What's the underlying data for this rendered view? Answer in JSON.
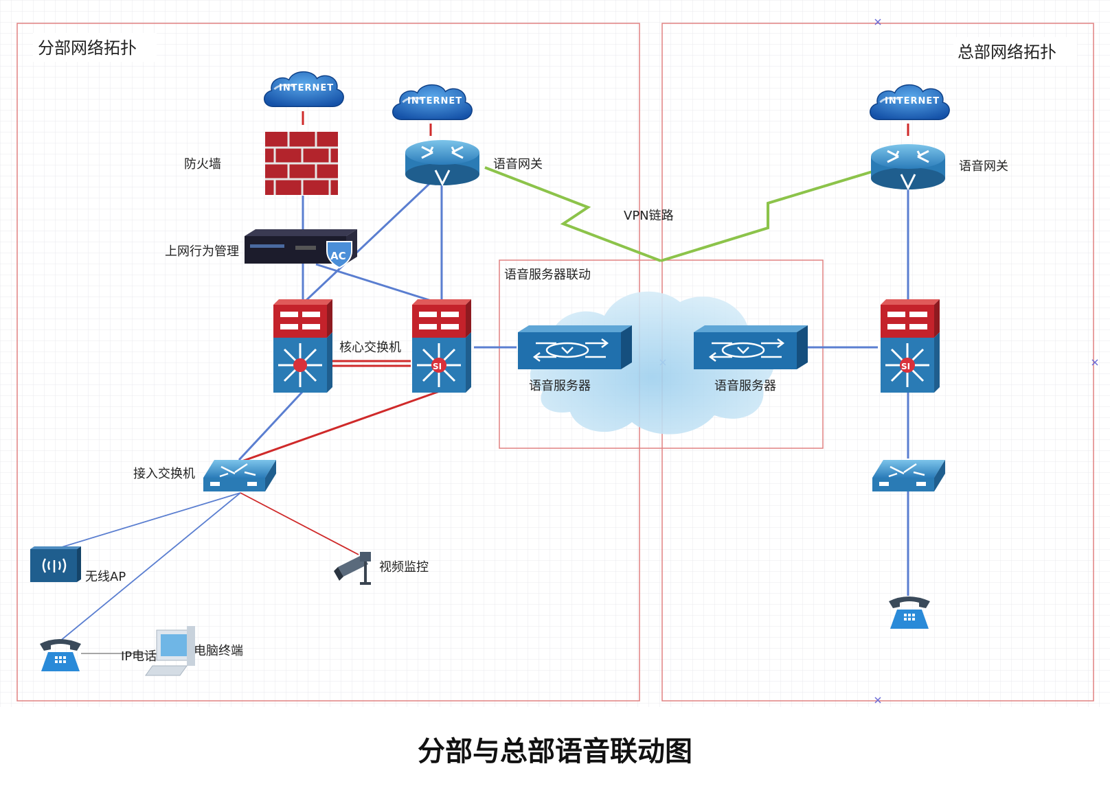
{
  "title": "分部与总部语音联动图",
  "branch": {
    "zone_label": "分部网络拓扑",
    "internet_1": "INTERNET",
    "internet_2": "INTERNET",
    "firewall": "防火墙",
    "behavior_mgmt": "上网行为管理",
    "ac_badge": "AC",
    "voice_gateway": "语音网关",
    "core_switch": "核心交换机",
    "si_badge": "SI",
    "access_switch": "接入交换机",
    "wireless_ap": "无线AP",
    "video_monitor": "视频监控",
    "ip_phone": "IP电话",
    "pc_terminal": "电脑终端"
  },
  "center": {
    "vpn_link": "VPN链路",
    "voice_server_link": "语音服务器联动",
    "voice_server_1": "语音服务器",
    "voice_server_2": "语音服务器"
  },
  "hq": {
    "zone_label": "总部网络拓扑",
    "internet": "INTERNET",
    "voice_gateway": "语音网关",
    "si_badge": "SI"
  },
  "colors": {
    "blue_link": "#5a7ed0",
    "red_link": "#cf2a2a",
    "green_vpn": "#8cc34a",
    "zone_border": "#e08080",
    "device_blue": "#2a7bb5",
    "device_red": "#c4222b",
    "cloud_blue": "#1f6fbf"
  }
}
